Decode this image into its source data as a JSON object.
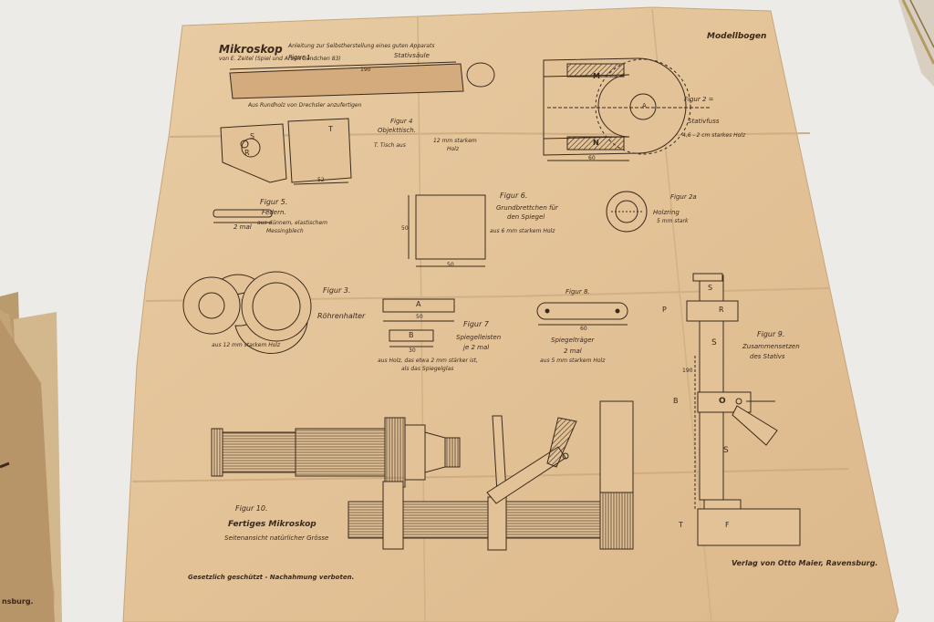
{
  "sheet": {
    "title": "Mikroskop",
    "subtitle": "Anleitung zur Selbstherstellung eines guten Apparats",
    "author_line": "von E. Zeitel (Spiel und Arbeit Bändchen 83)",
    "label_corner": "Modellbogen",
    "publisher": "Verlag von Otto Maier, Ravensburg.",
    "copyright": "Gesetzlich geschützt - Nachahmung verboten.",
    "side_booklet_text": "nsburg."
  },
  "fig1": {
    "name": "Figur 1",
    "part": "Stativsäule",
    "note": "Aus Rundholz von Drechsler anzufertigen",
    "dim": "190"
  },
  "fig2": {
    "name": "Figur 2 =",
    "part": "Stativfuss",
    "note": "4,6 - 2 cm starkes Holz",
    "dim_width": "60",
    "letters": [
      "M",
      "N",
      "A"
    ]
  },
  "fig2b": {
    "name": "Figur 2a",
    "part": "Holzring",
    "note": "5 mm stark"
  },
  "fig4": {
    "name": "Figur 4",
    "part": "Objekttisch.",
    "note_a": "12 mm starkem",
    "note_b": "Holz",
    "row_label": "T. Tisch aus",
    "letters": [
      "S",
      "T",
      "R"
    ],
    "dim": "52"
  },
  "fig5": {
    "name": "Figur 5.",
    "part": "Federn.",
    "note_a": "aus dünnem, elastischem",
    "note_b": "Messingblech",
    "count": "2 mal"
  },
  "fig6": {
    "name": "Figur 6.",
    "part_a": "Grundbrettchen für",
    "part_b": "den Spiegel",
    "note": "aus 6 mm starkem Holz",
    "dim_w": "50",
    "dim_h": "50"
  },
  "fig3": {
    "name": "Figur 3.",
    "part": "Röhrenhalter",
    "note": "aus 12 mm starkem Holz"
  },
  "fig7": {
    "name": "Figur 7",
    "part": "Spiegelleisten",
    "count": "je 2 mal",
    "note_a": "aus Holz, das etwa 2 mm stärker ist,",
    "note_b": "als das Spiegelglas",
    "labels": [
      "A",
      "B"
    ],
    "dim_a": "50",
    "dim_b": "30"
  },
  "fig8": {
    "name": "Figur 8.",
    "part": "Spiegelträger",
    "count": "2 mal",
    "note": "aus 5 mm starkem Holz",
    "dim": "60"
  },
  "fig9": {
    "name": "Figur 9.",
    "title_a": "Zusammensetzen",
    "title_b": "des Stativs",
    "letters": [
      "P",
      "R",
      "S",
      "B",
      "O",
      "S",
      "T",
      "F",
      "S"
    ],
    "dim": "190"
  },
  "fig10": {
    "name": "Figur 10.",
    "title": "Fertiges Mikroskop",
    "note": "Seitenansicht natürlicher Grösse"
  },
  "colors": {
    "paper": "#e3c49b",
    "ink": "#3a2a1c",
    "background": "#ecebe8",
    "booklet": "#c9ab7d"
  }
}
